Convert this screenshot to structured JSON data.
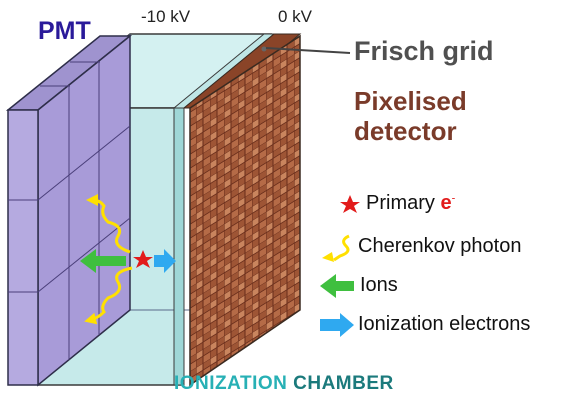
{
  "labels": {
    "pmt": "PMT",
    "voltage_left": "-10 kV",
    "voltage_right": "0 kV",
    "frisch_grid": "Frisch grid",
    "pixelised_line1": "Pixelised",
    "pixelised_line2": "detector",
    "chamber_word1": "IONIZATION",
    "chamber_word2": "CHAMBER"
  },
  "legend": {
    "primary_text": "Primary ",
    "primary_particle": "e",
    "primary_sup": "-",
    "cherenkov": "Cherenkov photon",
    "ions": "Ions",
    "ionization_electrons": "Ionization electrons"
  },
  "colors": {
    "pmt_text": "#2a1a9a",
    "frisch_text": "#505050",
    "pixelised_text": "#7a3b2a",
    "primary_star": "#e21b1b",
    "cherenkov_arrow": "#ffe000",
    "ions_arrow": "#3fbf3f",
    "electrons_arrow": "#2fa9f0",
    "chamber_fill": "#c8ecec",
    "pmt_fill": "#a99ad6",
    "detector_fill": "#a4563a",
    "chamber_word1": "#27b0b5",
    "chamber_word2": "#1b7a7c"
  }
}
